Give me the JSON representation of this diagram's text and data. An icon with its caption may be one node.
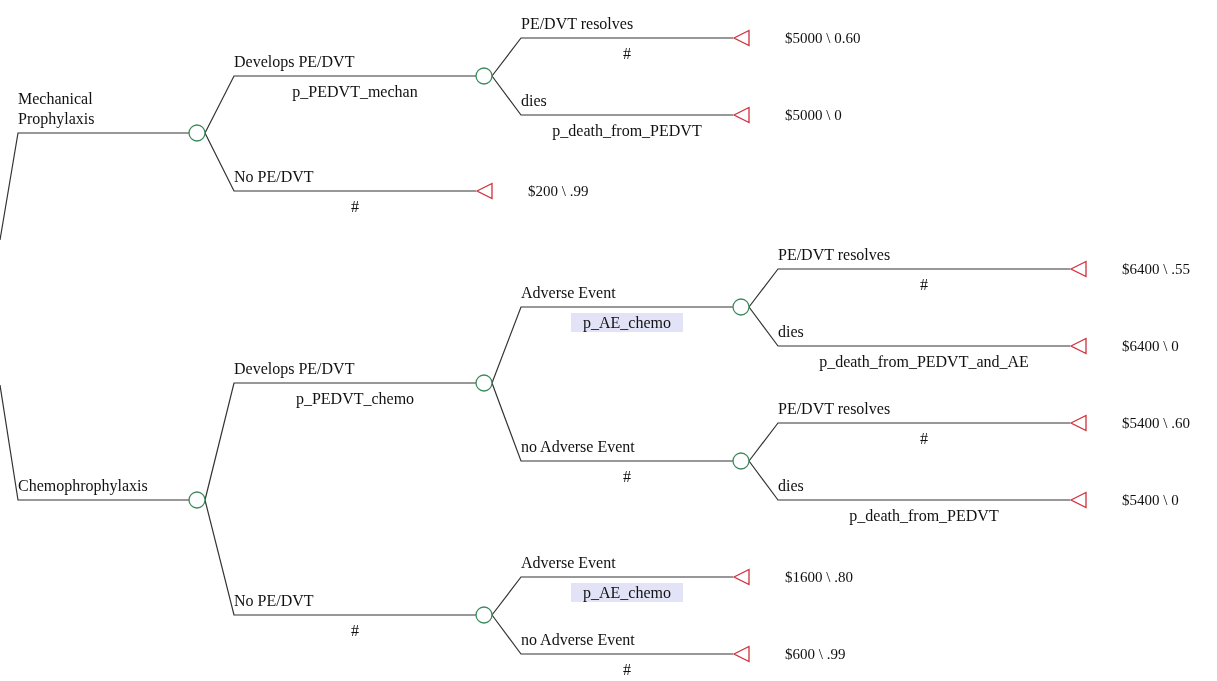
{
  "diagram": {
    "nodes": [
      {
        "text": [],
        "shape": "circle"
      },
      {
        "text": [],
        "shape": "circle"
      },
      {
        "text": [],
        "shape": "triangle",
        "beside": [
          "$5000 \\ 0.60"
        ]
      },
      {
        "text": [],
        "shape": "triangle",
        "beside": [
          "$5000 \\ 0"
        ]
      },
      {
        "text": [],
        "shape": "triangle",
        "beside": [
          "$200 \\ .99"
        ]
      },
      {
        "text": [],
        "shape": "circle"
      },
      {
        "text": [],
        "shape": "circle"
      },
      {
        "text": [],
        "shape": "circle"
      },
      {
        "text": [],
        "shape": "triangle",
        "beside": [
          "$6400 \\ .55"
        ]
      },
      {
        "text": [],
        "shape": "triangle",
        "beside": [
          "$6400 \\ 0"
        ]
      },
      {
        "text": [],
        "shape": "circle"
      },
      {
        "text": [],
        "shape": "triangle",
        "beside": [
          "$5400 \\ .60"
        ]
      },
      {
        "text": [],
        "shape": "triangle",
        "beside": [
          "$5400 \\ 0"
        ]
      },
      {
        "text": [],
        "shape": "circle"
      },
      {
        "text": [],
        "shape": "triangle",
        "beside": [
          "$1600 \\ .80"
        ]
      },
      {
        "text": [],
        "shape": "triangle",
        "beside": [
          "$600 \\ .99"
        ]
      }
    ],
    "edges": [
      {
        "from": null,
        "to": 0,
        "arrow": "none",
        "label": "Mechanical Prophylaxis"
      },
      {
        "from": 0,
        "to": 1,
        "arrow": "none",
        "label": "Develops PE/DVT"
      },
      {
        "from": 1,
        "to": 2,
        "arrow": "none",
        "label": "PE/DVT resolves"
      },
      {
        "from": 1,
        "to": 3,
        "arrow": "none",
        "label": "dies"
      },
      {
        "from": 0,
        "to": 4,
        "arrow": "none",
        "label": "No PE/DVT"
      },
      {
        "from": null,
        "to": 5,
        "arrow": "none",
        "label": "Chemophrophylaxis"
      },
      {
        "from": 5,
        "to": 6,
        "arrow": "none",
        "label": "Develops PE/DVT"
      },
      {
        "from": 6,
        "to": 7,
        "arrow": "none",
        "label": "Adverse Event"
      },
      {
        "from": 7,
        "to": 8,
        "arrow": "none",
        "label": "PE/DVT resolves"
      },
      {
        "from": 7,
        "to": 9,
        "arrow": "none",
        "label": "dies"
      },
      {
        "from": 6,
        "to": 10,
        "arrow": "none",
        "label": "no Adverse Event"
      },
      {
        "from": 10,
        "to": 11,
        "arrow": "none",
        "label": "PE/DVT resolves"
      },
      {
        "from": 10,
        "to": 12,
        "arrow": "none",
        "label": "dies"
      },
      {
        "from": 5,
        "to": 13,
        "arrow": "none",
        "label": "No PE/DVT"
      },
      {
        "from": 13,
        "to": 14,
        "arrow": "none",
        "label": "Adverse Event"
      },
      {
        "from": 13,
        "to": 15,
        "arrow": "none",
        "label": "no Adverse Event"
      }
    ],
    "labels": [
      "p_PEDVT_mechan",
      "#",
      "p_death_from_PEDVT",
      "#",
      "p_PEDVT_chemo",
      "p_AE_chemo",
      "#",
      "p_death_from_PEDVT_and_AE",
      "#",
      "#",
      "p_death_from_PEDVT",
      "#",
      "p_AE_chemo",
      "#"
    ]
  }
}
